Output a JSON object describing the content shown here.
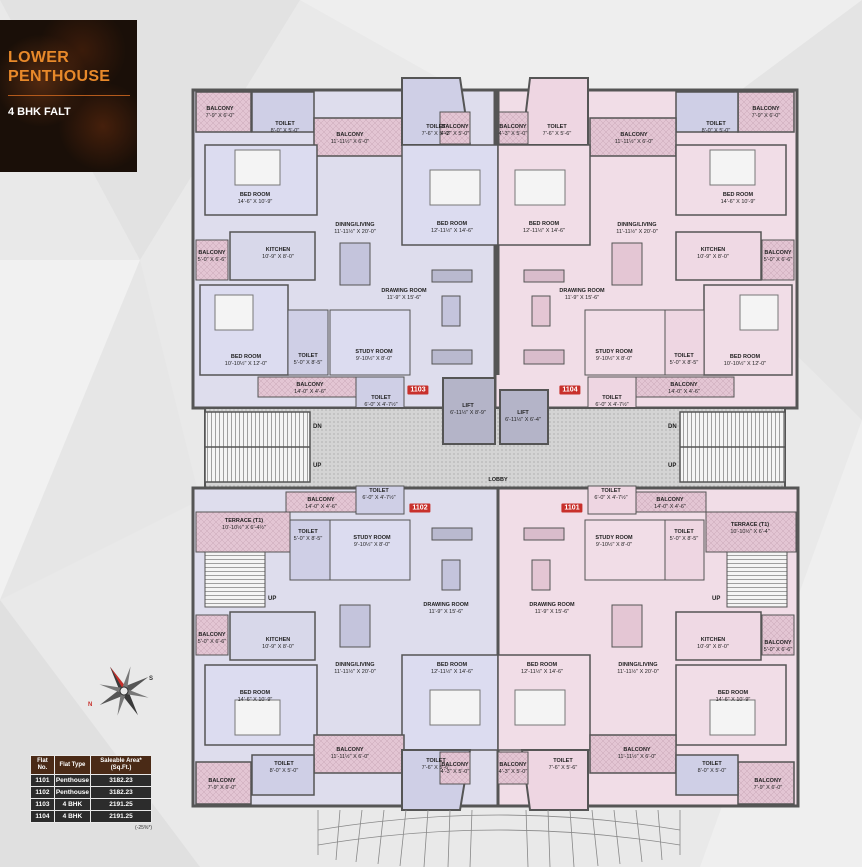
{
  "brand": {
    "title_line1": "LOWER",
    "title_line2": "PENTHOUSE",
    "subtitle": "4 BHK FALT"
  },
  "flat_tags": [
    "1103",
    "1104",
    "1102",
    "1101"
  ],
  "rooms": {
    "balcony_tl": {
      "name": "BALCONY",
      "dim": "7'-9\" X 6'-0\""
    },
    "toilet_tl": {
      "name": "TOILET",
      "dim": "8'-0\" X 5'-0\""
    },
    "balcony_tl2": {
      "name": "BALCONY",
      "dim": "11'-11½\" X 6'-0\""
    },
    "bed_tl": {
      "name": "BED ROOM",
      "dim": "14'-6\" X 10'-9\""
    },
    "dining_tl": {
      "name": "DINING/LIVING",
      "dim": "11'-11½\" X 20'-0\""
    },
    "kitchen_tl": {
      "name": "KITCHEN",
      "dim": "10'-9\" X 8'-0\""
    },
    "balcony_tl3": {
      "name": "BALCONY",
      "dim": "5'-0\" X 6'-6\""
    },
    "drawing_tl": {
      "name": "DRAWING ROOM",
      "dim": "11'-9\" X 15'-6\""
    },
    "bed_tl2": {
      "name": "BED ROOM",
      "dim": "10'-10½\" X 12'-0\""
    },
    "toilet_tl2": {
      "name": "TOILET",
      "dim": "5'-0\" X 8'-5\""
    },
    "study_tl": {
      "name": "STUDY ROOM",
      "dim": "9'-10½\" X 8'-0\""
    },
    "balcony_tl4": {
      "name": "BALCONY",
      "dim": "14'-0\" X 4'-6\""
    },
    "toilet_tl3": {
      "name": "TOILET",
      "dim": "6'-0\" X 4'-7½\""
    },
    "toilet_tc1": {
      "name": "TOILET",
      "dim": "7'-6\" X 5'-6\""
    },
    "balcony_tc1": {
      "name": "BALCONY",
      "dim": "4'-3\" X 5'-0\""
    },
    "balcony_tc2": {
      "name": "BALCONY",
      "dim": "4'-3\" X 5'-0\""
    },
    "toilet_tc2": {
      "name": "TOILET",
      "dim": "7'-6\" X 5'-6\""
    },
    "bed_tc1": {
      "name": "BED ROOM",
      "dim": "12'-11½\" X 14'-6\""
    },
    "bed_tc2": {
      "name": "BED ROOM",
      "dim": "12'-11½\" X 14'-6\""
    },
    "balcony_tr": {
      "name": "BALCONY",
      "dim": "7'-9\" X 6'-0\""
    },
    "toilet_tr": {
      "name": "TOILET",
      "dim": "8'-0\" X 5'-0\""
    },
    "balcony_tr2": {
      "name": "BALCONY",
      "dim": "11'-11½\" X 6'-0\""
    },
    "bed_tr": {
      "name": "BED ROOM",
      "dim": "14'-6\" X 10'-9\""
    },
    "dining_tr": {
      "name": "DINING/LIVING",
      "dim": "11'-11½\" X 20'-0\""
    },
    "kitchen_tr": {
      "name": "KITCHEN",
      "dim": "10'-9\" X 8'-0\""
    },
    "balcony_tr3": {
      "name": "BALCONY",
      "dim": "5'-0\" X 6'-6\""
    },
    "drawing_tr": {
      "name": "DRAWING ROOM",
      "dim": "11'-9\" X 15'-6\""
    },
    "bed_tr2": {
      "name": "BED ROOM",
      "dim": "10'-10½\" X 12'-0\""
    },
    "toilet_tr2": {
      "name": "TOILET",
      "dim": "5'-0\" X 8'-5\""
    },
    "study_tr": {
      "name": "STUDY ROOM",
      "dim": "9'-10½\" X 8'-0\""
    },
    "balcony_tr4": {
      "name": "BALCONY",
      "dim": "14'-0\" X 4'-6\""
    },
    "toilet_tr3": {
      "name": "TOILET",
      "dim": "6'-0\" X 4'-7½\""
    },
    "lift1": {
      "name": "LIFT",
      "dim": "6'-11½\" X 8'-9\""
    },
    "lift2": {
      "name": "LIFT",
      "dim": "6'-11½\" X 6'-4\""
    },
    "lobby": {
      "name": "LOBBY",
      "dim": ""
    },
    "toilet_bl1": {
      "name": "TOILET",
      "dim": "6'-0\" X 4'-7½\""
    },
    "balcony_bl1": {
      "name": "BALCONY",
      "dim": "14'-0\" X 4'-6\""
    },
    "terrace_bl": {
      "name": "TERRACE (T1)",
      "dim": "10'-10½\" X 6'-4½\""
    },
    "toilet_bl2": {
      "name": "TOILET",
      "dim": "5'-0\" X 8'-5\""
    },
    "study_bl": {
      "name": "STUDY ROOM",
      "dim": "9'-10½\" X 8'-0\""
    },
    "drawing_bl": {
      "name": "DRAWING ROOM",
      "dim": "11'-9\" X 15'-6\""
    },
    "kitchen_bl": {
      "name": "KITCHEN",
      "dim": "10'-9\" X 8'-0\""
    },
    "balcony_bl2": {
      "name": "BALCONY",
      "dim": "5'-0\" X 6'-6\""
    },
    "dining_bl": {
      "name": "DINING/LIVING",
      "dim": "11'-11½\" X 20'-0\""
    },
    "bed_bl": {
      "name": "BED ROOM",
      "dim": "14'-6\" X 10'-9\""
    },
    "bed_bc1": {
      "name": "BED ROOM",
      "dim": "12'-11½\" X 14'-6\""
    },
    "balcony_bl3": {
      "name": "BALCONY",
      "dim": "11'-11½\" X 6'-0\""
    },
    "balcony_bl4": {
      "name": "BALCONY",
      "dim": "7'-9\" X 6'-0\""
    },
    "toilet_bl3": {
      "name": "TOILET",
      "dim": "8'-0\" X 5'-0\""
    },
    "toilet_bc1": {
      "name": "TOILET",
      "dim": "7'-6\" X 5'-6\""
    },
    "balcony_bc1": {
      "name": "BALCONY",
      "dim": "4'-3\" X 5'-0\""
    },
    "balcony_bc2": {
      "name": "BALCONY",
      "dim": "4'-3\" X 5'-0\""
    },
    "toilet_bc2": {
      "name": "TOILET",
      "dim": "7'-6\" X 5'-6\""
    },
    "toilet_br1": {
      "name": "TOILET",
      "dim": "6'-0\" X 4'-7½\""
    },
    "balcony_br1": {
      "name": "BALCONY",
      "dim": "14'-0\" X 4'-6\""
    },
    "terrace_br": {
      "name": "TERRACE (T1)",
      "dim": "10'-10½\" X 6'-4\""
    },
    "toilet_br2": {
      "name": "TOILET",
      "dim": "5'-0\" X 8'-5\""
    },
    "study_br": {
      "name": "STUDY ROOM",
      "dim": "9'-10½\" X 8'-0\""
    },
    "drawing_br": {
      "name": "DRAWING ROOM",
      "dim": "11'-9\" X 15'-6\""
    },
    "kitchen_br": {
      "name": "KITCHEN",
      "dim": "10'-9\" X 8'-0\""
    },
    "balcony_br2": {
      "name": "BALCONY",
      "dim": "5'-0\" X 6'-6\""
    },
    "dining_br": {
      "name": "DINING/LIVING",
      "dim": "11'-11½\" X 20'-0\""
    },
    "bed_br": {
      "name": "BED ROOM",
      "dim": "14'-6\" X 10'-9\""
    },
    "bed_bc2": {
      "name": "BED ROOM",
      "dim": "12'-11½\" X 14'-6\""
    },
    "balcony_br3": {
      "name": "BALCONY",
      "dim": "11'-11½\" X 6'-0\""
    },
    "balcony_br4": {
      "name": "BALCONY",
      "dim": "7'-9\" X 6'-0\""
    },
    "toilet_br3": {
      "name": "TOILET",
      "dim": "8'-0\" X 5'-0\""
    }
  },
  "stairs": {
    "dn": "DN",
    "up": "UP"
  },
  "compass": {
    "n": "N",
    "s": "S"
  },
  "area_table": {
    "headers": [
      "Flat No.",
      "Flat Type",
      "Saleable Area* (Sq.Ft.)"
    ],
    "rows": [
      [
        "1101",
        "Penthouse",
        "3182.23"
      ],
      [
        "1102",
        "Penthouse",
        "3182.23"
      ],
      [
        "1103",
        "4 BHK",
        "2191.25"
      ],
      [
        "1104",
        "4 BHK",
        "2191.25"
      ]
    ],
    "footnote": "(-25%*)"
  },
  "colors": {
    "wall": "#555555",
    "room_lilac": "#dcdcf0",
    "room_pink": "#f0dce6",
    "balcony": "#e8c8d6",
    "lobby": "#cfcfcf",
    "lift": "#b4b4c8",
    "tag_red": "#c8302b",
    "brand_orange": "#e8892a"
  }
}
